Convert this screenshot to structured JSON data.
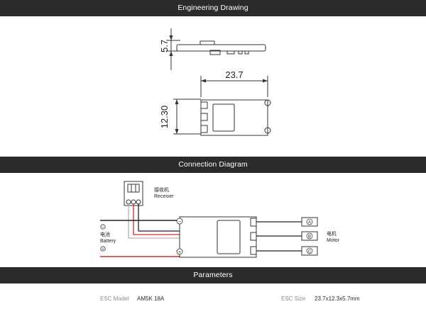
{
  "sections": {
    "engineering": "Engineering Drawing",
    "connection": "Connection Diagram",
    "parameters": "Parameters"
  },
  "engineering": {
    "height_dim": "5.7",
    "length_dim": "23.7",
    "width_dim": "12.30"
  },
  "connection": {
    "receiver_cn": "接收机",
    "receiver_en": "Receiver",
    "battery_cn": "电池",
    "battery_en": "Battery",
    "motor_cn": "电机",
    "motor_en": "Motor",
    "minus_symbol": "−",
    "plus_symbol": "+",
    "motor_phases": [
      "A",
      "B",
      "C"
    ]
  },
  "parameters": [
    {
      "label": "ESC Model",
      "value": "AM5K 18A"
    },
    {
      "label": "ESC Size",
      "value": "23.7x12.3x5.7mm"
    }
  ],
  "colors": {
    "header_bg": "#2b2b2b",
    "signal_red": "#d62828",
    "wire_black": "#222222",
    "wire_gray": "#b5b5b5"
  }
}
